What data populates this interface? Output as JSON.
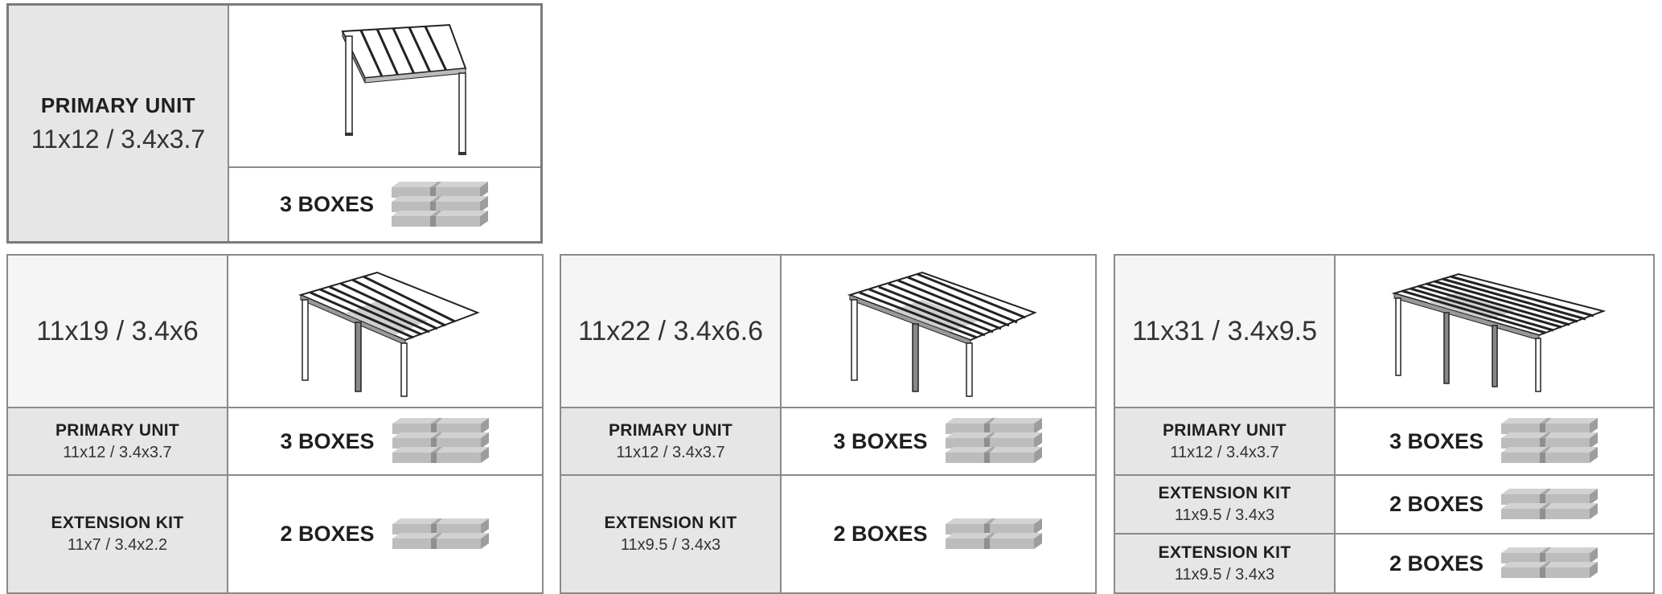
{
  "primary_card": {
    "title": "PRIMARY UNIT",
    "dims": "11x12 / 3.4x3.7",
    "boxes": "3 BOXES"
  },
  "configs": [
    {
      "size": "11x19 / 3.4x6",
      "rows": [
        {
          "title": "PRIMARY UNIT",
          "dims": "11x12 / 3.4x3.7",
          "boxes": "3 BOXES"
        },
        {
          "title": "EXTENSION KIT",
          "dims": "11x7 / 3.4x2.2",
          "boxes": "2 BOXES"
        }
      ]
    },
    {
      "size": "11x22 / 3.4x6.6",
      "rows": [
        {
          "title": "PRIMARY UNIT",
          "dims": "11x12 / 3.4x3.7",
          "boxes": "3 BOXES"
        },
        {
          "title": "EXTENSION KIT",
          "dims": "11x9.5 / 3.4x3",
          "boxes": "2 BOXES"
        }
      ]
    },
    {
      "size": "11x31 / 3.4x9.5",
      "rows": [
        {
          "title": "PRIMARY UNIT",
          "dims": "11x12 / 3.4x3.7",
          "boxes": "3 BOXES"
        },
        {
          "title": "EXTENSION KIT",
          "dims": "11x9.5 / 3.4x3",
          "boxes": "2 BOXES"
        },
        {
          "title": "EXTENSION KIT",
          "dims": "11x9.5 / 3.4x3",
          "boxes": "2 BOXES"
        }
      ]
    }
  ],
  "colors": {
    "label_bg": "#e6e6e7",
    "size_bg": "#f5f5f5",
    "border": "#8a8a8a",
    "box_fill": "#b9b9b9"
  }
}
